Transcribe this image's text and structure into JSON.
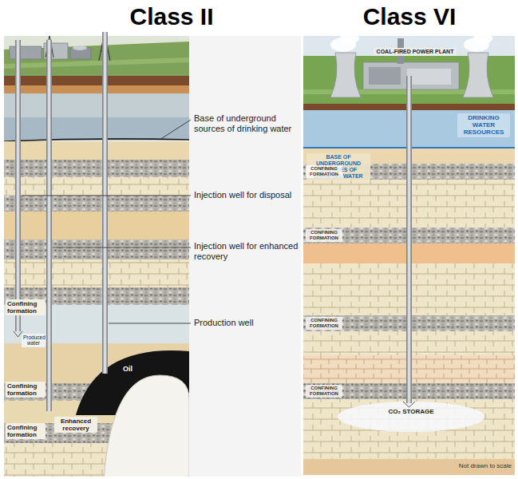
{
  "diagram": {
    "labels": [
      "Class II",
      "Class VI",
      "Base of underground sources of drinking water",
      "Injection well for disposal",
      "Injection well for enhanced recovery",
      "Production well",
      "Confining formation",
      "Produced water",
      "Oil",
      "Confining formation",
      "Enhanced recovery",
      "Confining formation",
      "COAL-FIRED POWER PLANT",
      "DRINKING WATER RESOURCES",
      "BASE OF UNDERGROUND SOURCES OF DRINKING WATER",
      "CONFINING FORMATION",
      "CONFINING FORMATION",
      "CONFINING FORMATION",
      "CONFINING FORMATION",
      "CO₂ STORAGE",
      "Not drawn to scale"
    ]
  }
}
